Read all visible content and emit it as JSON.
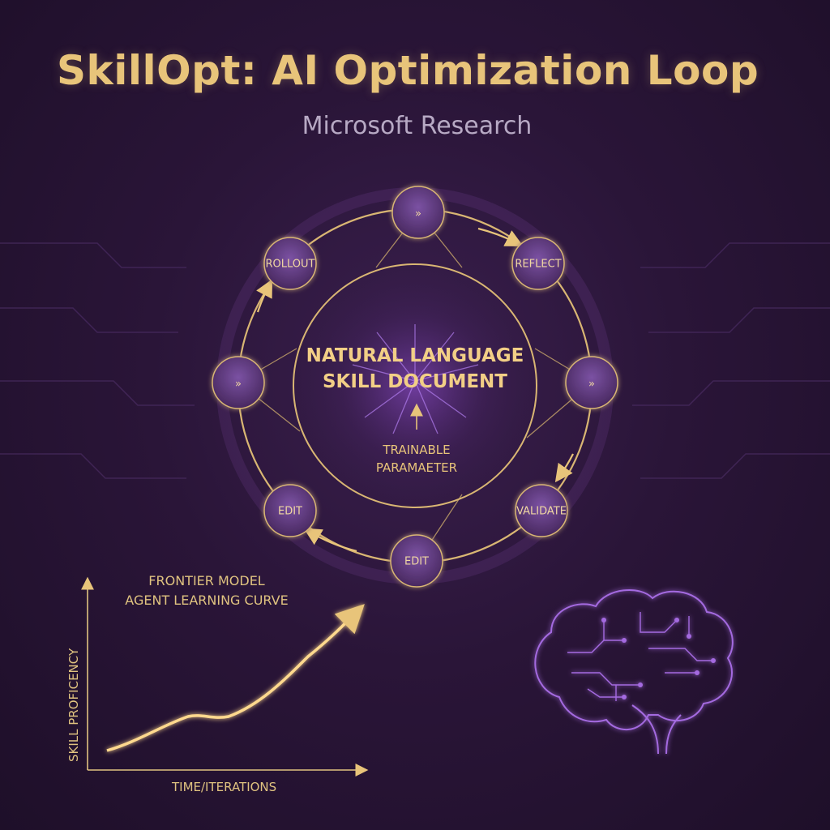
{
  "header": {
    "title": "SkillOpt: AI Optimization Loop",
    "subtitle": "Microsoft Research"
  },
  "loop": {
    "center_line1": "NATURAL LANGUAGE",
    "center_line2": "SKILL DOCUMENT",
    "center_caption_line1": "TRAINABLE",
    "center_caption_line2": "PARAMAETER",
    "nodes": {
      "top": {
        "icon": "double-chevron-right-icon",
        "glyph": "»"
      },
      "reflect": {
        "label": "REFLECT"
      },
      "right": {
        "icon": "double-chevron-right-icon",
        "glyph": "»"
      },
      "validate": {
        "label": "VALIDATE"
      },
      "bottom": {
        "label": "EDIT"
      },
      "edit_left": {
        "label": "EDIT"
      },
      "left": {
        "icon": "double-chevron-right-icon",
        "glyph": "»"
      },
      "rollout": {
        "label": "ROLLOUT"
      }
    }
  },
  "curve": {
    "title_line1": "FRONTIER MODEL",
    "title_line2": "AGENT LEARNING CURVE",
    "ylabel": "SKILL PROFICENCY",
    "xlabel": "TIME/ITERATIONS"
  },
  "decor": {
    "brain_icon": "circuit-brain-icon"
  },
  "colors": {
    "gold": "#e8c47a",
    "purple_node": "#5b3a7a",
    "purple_glow": "#a46ae0"
  }
}
